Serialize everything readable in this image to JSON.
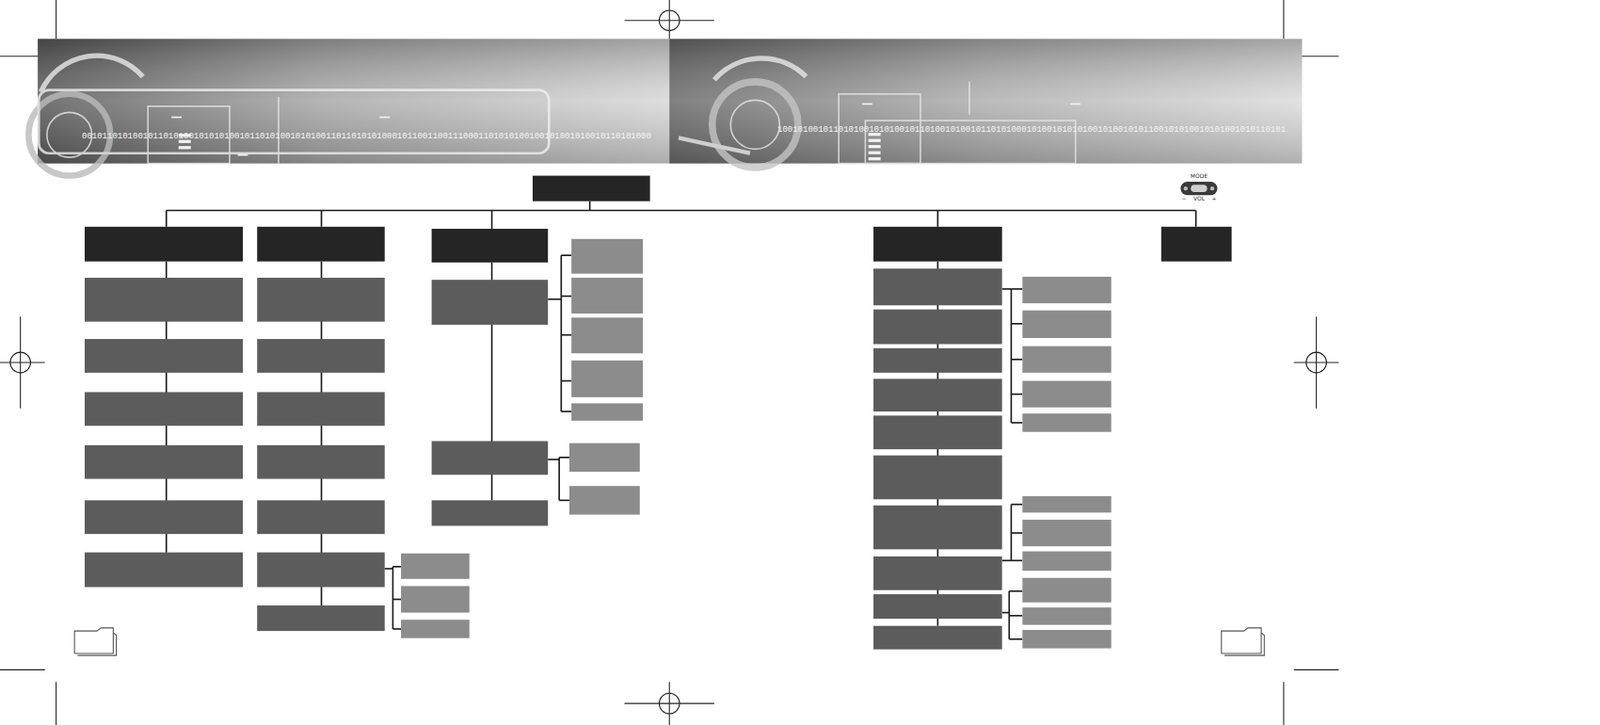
{
  "diagram": {
    "labels": [
      "0010110101001011010100101010100101101010010101001101101010100010110011001110001101010100100101001010010110101000",
      "1001010010110101001010100101101001010010110101000101001010101001010010101100101010010101001010110101",
      "MODE",
      "−",
      "VOL",
      "+"
    ]
  }
}
